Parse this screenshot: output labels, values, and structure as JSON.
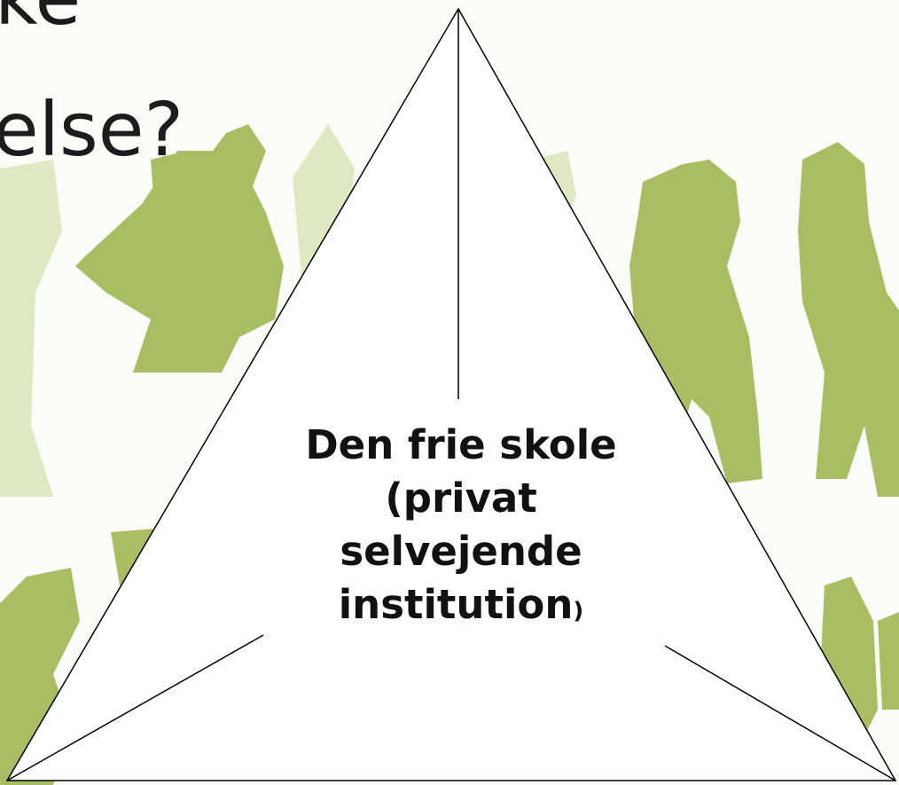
{
  "title": {
    "line_1": "ke",
    "line_2": "else?"
  },
  "diagram": {
    "center_label": {
      "line_1": "Den frie skole",
      "line_2": "(privat",
      "line_3": "selvejende",
      "line_4": "institution",
      "line_4_tail": ")"
    }
  },
  "colors": {
    "background": "#fbfcf7",
    "silhouette_green": "#a9bd63",
    "silhouette_light": "#cfdba5",
    "triangle_fill": "#ffffff",
    "line": "#000000"
  }
}
